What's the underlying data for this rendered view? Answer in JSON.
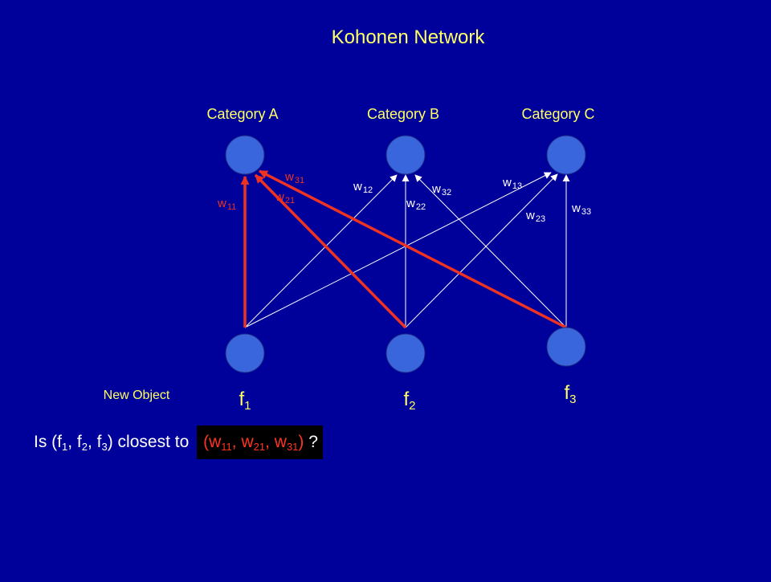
{
  "title": "Kohonen Network",
  "colors": {
    "background": "#00009a",
    "title": "#ffff66",
    "label": "#ffff66",
    "node_fill": "#3a66dd",
    "node_stroke": "#1a2a88",
    "thin_edge": "#ffffff",
    "highlight_edge": "#ee3322",
    "weight_label_white": "#ffffff",
    "weight_label_red": "#ee3322",
    "answer_text": "#ff3322"
  },
  "categories": [
    {
      "id": "A",
      "label": "Category A"
    },
    {
      "id": "B",
      "label": "Category B"
    },
    {
      "id": "C",
      "label": "Category C"
    }
  ],
  "inputs": [
    {
      "id": "f1",
      "base": "f",
      "sub": "1"
    },
    {
      "id": "f2",
      "base": "f",
      "sub": "2"
    },
    {
      "id": "f3",
      "base": "f",
      "sub": "3"
    }
  ],
  "new_object_label": "New Object",
  "edges": [
    {
      "from": "f1",
      "to": "A",
      "highlight": true
    },
    {
      "from": "f2",
      "to": "A",
      "highlight": true
    },
    {
      "from": "f3",
      "to": "A",
      "highlight": true
    },
    {
      "from": "f1",
      "to": "B",
      "highlight": false
    },
    {
      "from": "f2",
      "to": "B",
      "highlight": false
    },
    {
      "from": "f3",
      "to": "B",
      "highlight": false
    },
    {
      "from": "f1",
      "to": "C",
      "highlight": false
    },
    {
      "from": "f2",
      "to": "C",
      "highlight": false
    },
    {
      "from": "f3",
      "to": "C",
      "highlight": false
    }
  ],
  "weight_labels": [
    {
      "id": "w11",
      "base": "w",
      "sub": "11",
      "color": "red"
    },
    {
      "id": "w21",
      "base": "w",
      "sub": "21",
      "color": "red"
    },
    {
      "id": "w31",
      "base": "w",
      "sub": "31",
      "color": "red"
    },
    {
      "id": "w12",
      "base": "w",
      "sub": "12",
      "color": "white"
    },
    {
      "id": "w22",
      "base": "w",
      "sub": "22",
      "color": "white"
    },
    {
      "id": "w32",
      "base": "w",
      "sub": "32",
      "color": "white"
    },
    {
      "id": "w13",
      "base": "w",
      "sub": "13",
      "color": "white"
    },
    {
      "id": "w23",
      "base": "w",
      "sub": "23",
      "color": "white"
    },
    {
      "id": "w33",
      "base": "w",
      "sub": "33",
      "color": "white"
    }
  ],
  "question": {
    "prefix": "Is (f",
    "s1": "1",
    "sep1": ", f",
    "s2": "2",
    "sep2": ", f",
    "s3": "3",
    "suffix": ") closest to",
    "answer": {
      "prefix": "(w",
      "s1": "11",
      "sep1": ", w",
      "s2": "21",
      "sep2": ", w",
      "s3": "31",
      "suffix": ")",
      "qmark": " ?"
    }
  }
}
